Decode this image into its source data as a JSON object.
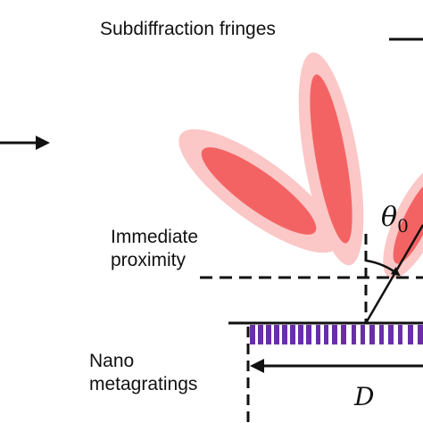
{
  "labels": {
    "title": "Subdiffraction fringes",
    "proximity_line1": "Immediate",
    "proximity_line2": "proximity",
    "nano_line1": "Nano",
    "nano_line2": "metagratings",
    "theta_symbol": "θ",
    "theta_subscript": "0",
    "distance_symbol": "D"
  },
  "colors": {
    "lobe_outer": "#fbc7c7",
    "lobe_inner": "#f46363",
    "grating": "#6a2fa8",
    "line": "#111111"
  }
}
